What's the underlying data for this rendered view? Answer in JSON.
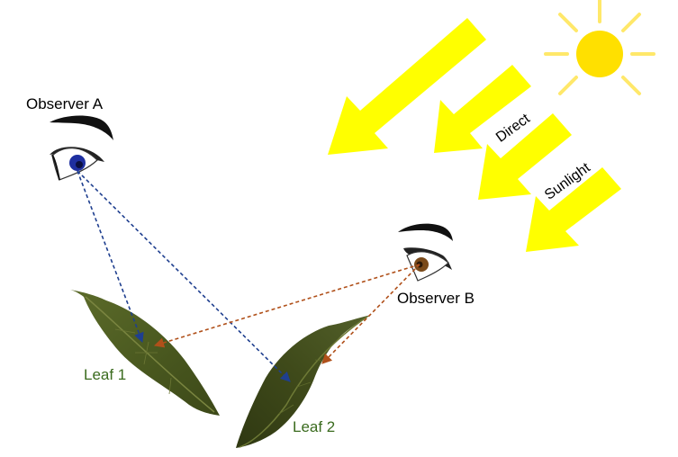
{
  "labels": {
    "observer_a": "Observer A",
    "observer_b": "Observer B",
    "leaf_1": "Leaf 1",
    "leaf_2": "Leaf 2",
    "sunlight_word1": "Direct",
    "sunlight_word2": "Sunlight"
  },
  "colors": {
    "sun": "#FFE000",
    "sunlight_arrows": "#FFFF00",
    "leaf": "#4A5A22",
    "leaf_label": "#3A6B1E",
    "sightline_a": "#1F3F8F",
    "sightline_b": "#B0501A",
    "iris_a": "#1E2FA0",
    "iris_b": "#7A4A1A"
  },
  "icons": [
    "sun-icon",
    "eye-icon",
    "leaf-icon",
    "arrow-icon"
  ]
}
